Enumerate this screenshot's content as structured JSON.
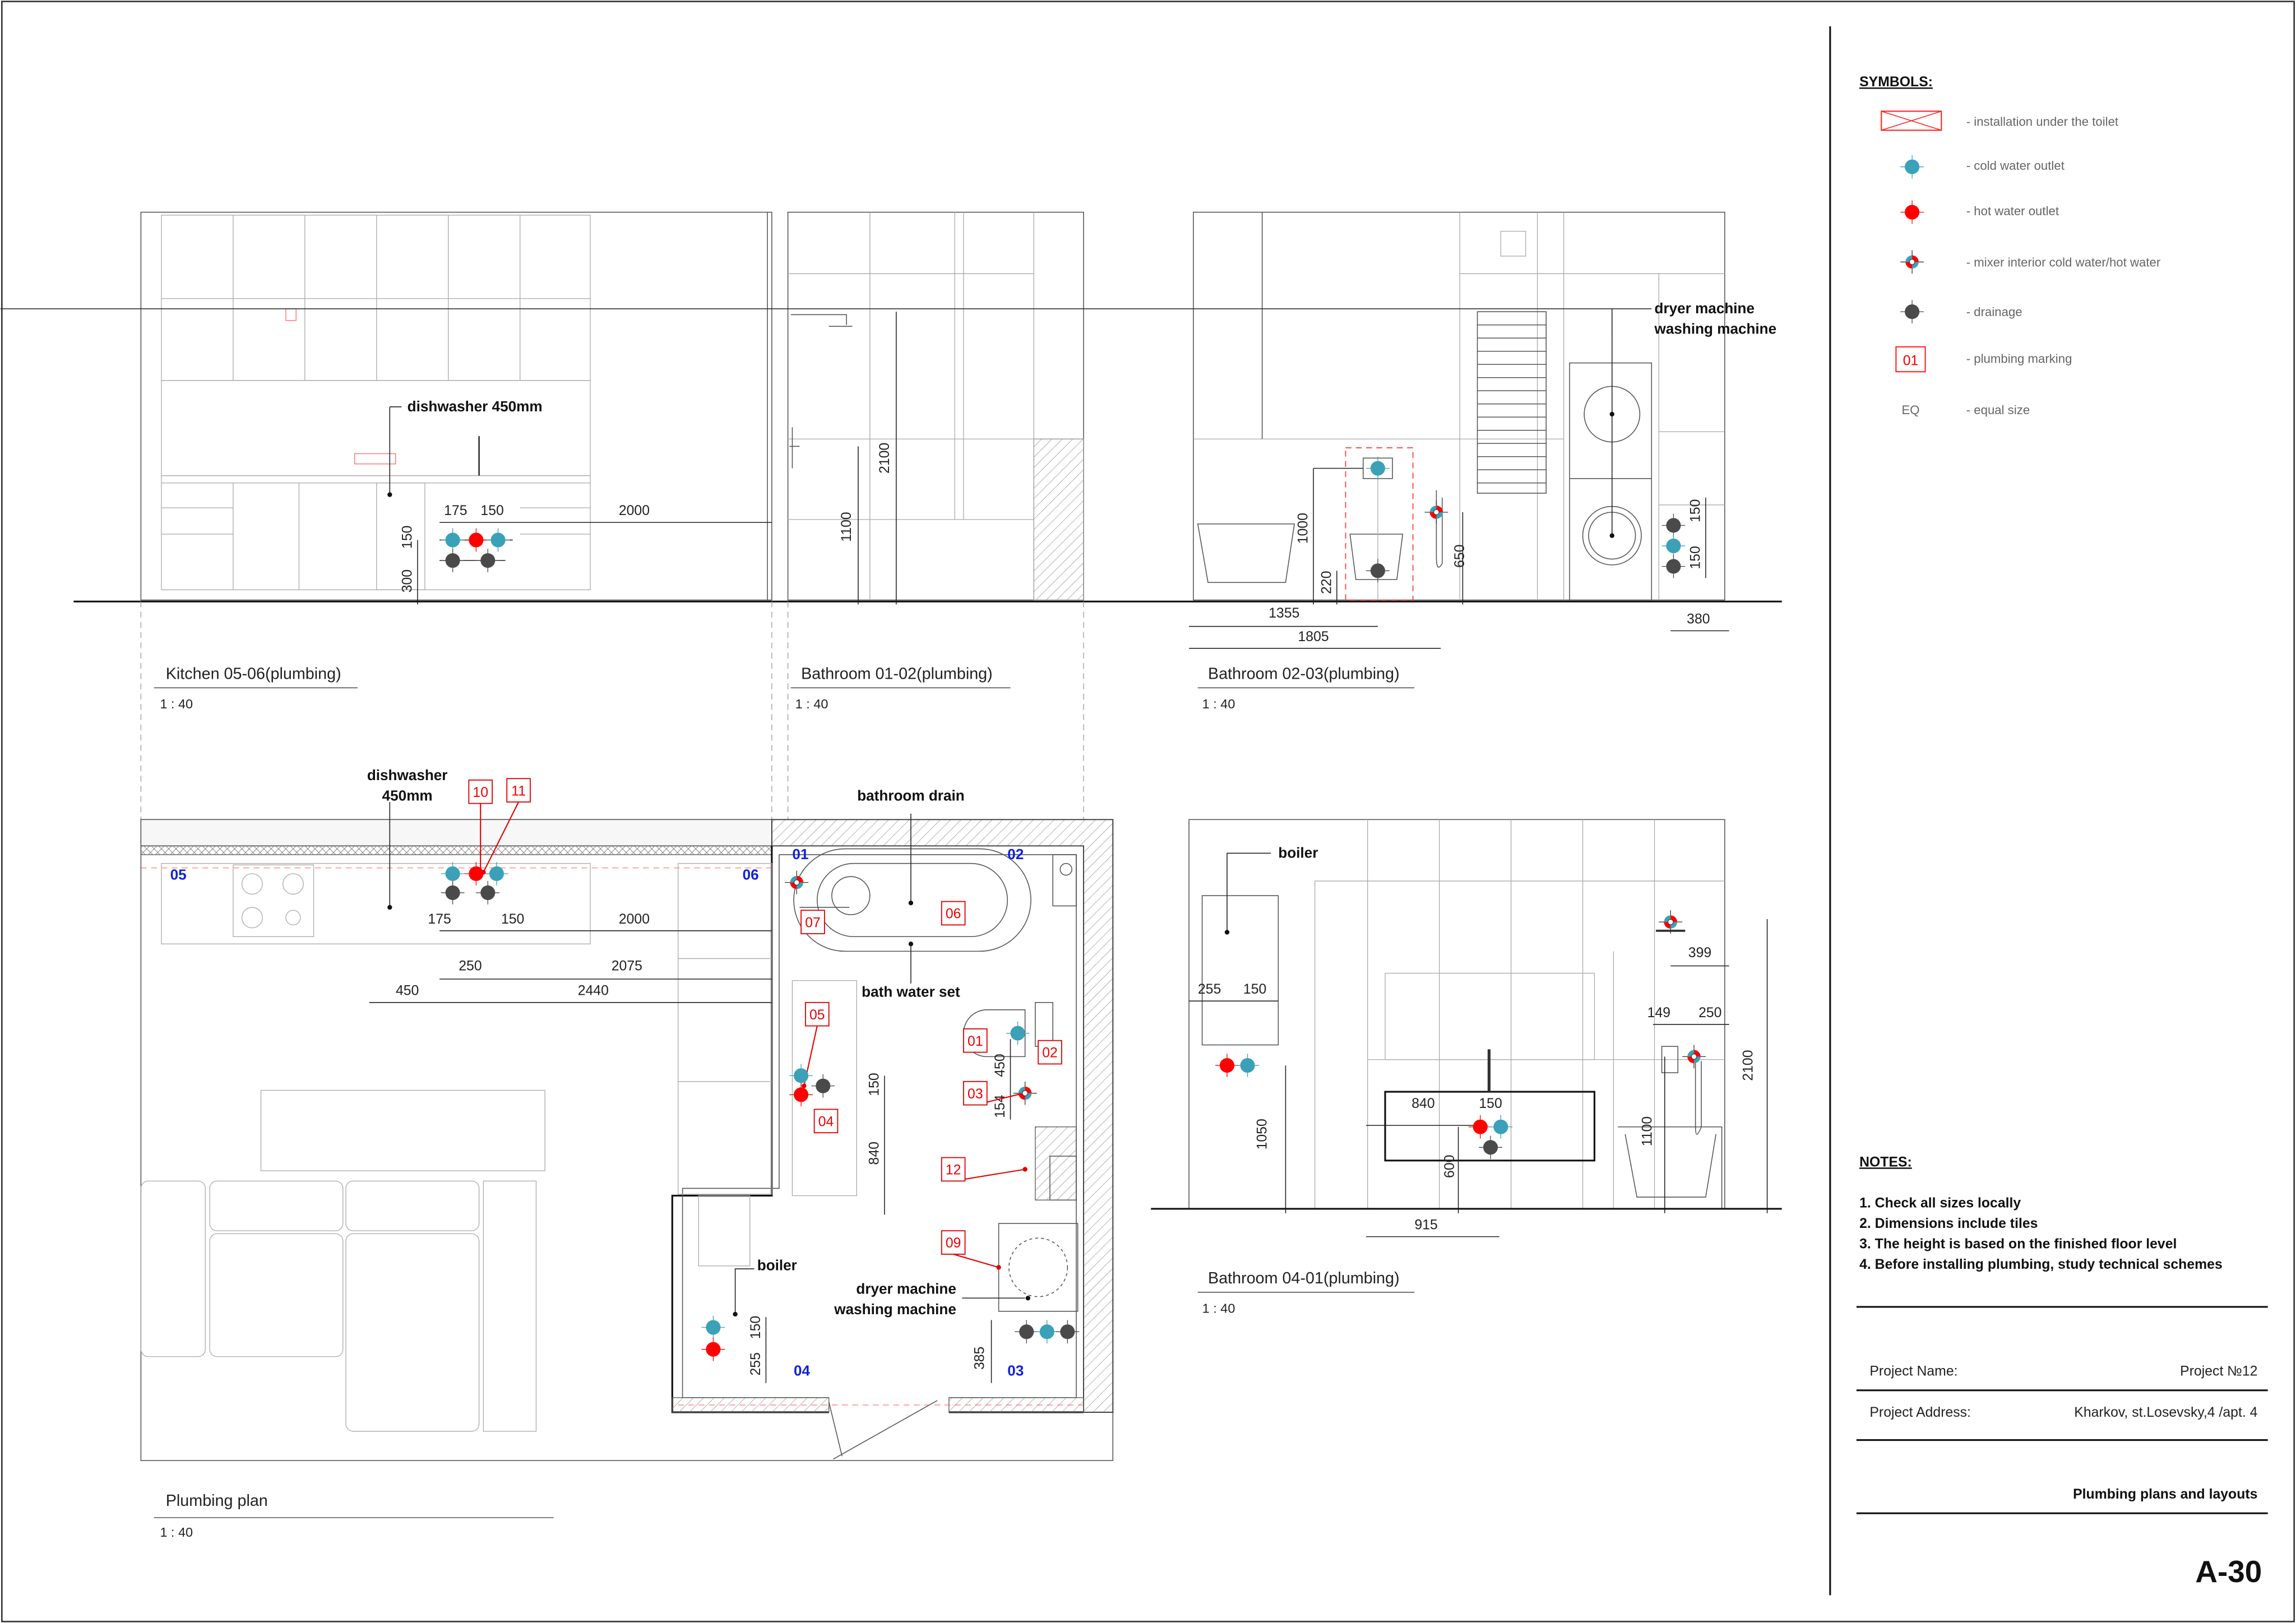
{
  "legend": {
    "title": "SYMBOLS:",
    "items": [
      {
        "icon": "installation-box-icon",
        "label": "- installation under the toilet"
      },
      {
        "icon": "cold-water-icon",
        "label": "- cold water outlet"
      },
      {
        "icon": "hot-water-icon",
        "label": "- hot water outlet"
      },
      {
        "icon": "mixer-icon",
        "label": "- mixer interior  cold water/hot water"
      },
      {
        "icon": "drainage-icon",
        "label": "- drainage"
      },
      {
        "icon": "marking-icon",
        "label": "- plumbing marking",
        "sample": "01"
      },
      {
        "icon": "eq-text",
        "label": "- equal size",
        "sample": "EQ"
      }
    ]
  },
  "colors": {
    "cold": "#3aa1b8",
    "hot": "#ff0000",
    "drain": "#4a4a4a",
    "marking": "#e00000",
    "room_label": "#1020e0"
  },
  "notes": {
    "title": "NOTES:",
    "items": [
      "1. Check all sizes locally",
      "2. Dimensions include tiles",
      "3. The height is based on the finished floor level",
      "4. Before installing plumbing, study technical schemes"
    ]
  },
  "title_block": {
    "project_name_label": "Project Name:",
    "project_name": "Project №12",
    "project_address_label": "Project Address:",
    "project_address": "Kharkov, st.Losevsky,4 /apt. 4",
    "sheet_title": "Plumbing plans and layouts",
    "sheet_number": "A-30"
  },
  "kitchen": {
    "title": "Kitchen 05-06(plumbing)",
    "scale": "1 : 40",
    "label": "dishwasher 450mm",
    "dims": [
      "175",
      "150",
      "2000",
      "150",
      "300"
    ]
  },
  "bath0102": {
    "title": "Bathroom 01-02(plumbing)",
    "scale": "1 : 40",
    "dims": [
      "2100",
      "1100"
    ]
  },
  "bath0203": {
    "title": "Bathroom 02-03(plumbing)",
    "scale": "1 : 40",
    "label1": "dryer machine",
    "label2": "washing machine",
    "dims": [
      "1000",
      "220",
      "650",
      "1355",
      "1805",
      "380",
      "150",
      "150"
    ]
  },
  "bath0401": {
    "title": "Bathroom 04-01(plumbing)",
    "scale": "1 : 40",
    "label": "boiler",
    "dims": [
      "255",
      "150",
      "1050",
      "840",
      "150",
      "600",
      "915",
      "399",
      "149",
      "250",
      "2100",
      "1100"
    ]
  },
  "plan": {
    "title": "Plumbing plan",
    "scale": "1 : 40",
    "dishwasher1": "dishwasher",
    "dishwasher2": "450mm",
    "bathroom_drain": "bathroom drain",
    "bath_water_set": "bath water set",
    "boiler": "boiler",
    "dryer": "dryer machine",
    "washer": "washing machine",
    "room_points": [
      "05",
      "06",
      "01",
      "02",
      "04",
      "03"
    ],
    "markers": [
      "10",
      "11",
      "06",
      "07",
      "05",
      "04",
      "01",
      "02",
      "03",
      "12",
      "09"
    ],
    "dims": [
      "175",
      "150",
      "2000",
      "250",
      "2075",
      "450",
      "2440",
      "150",
      "840",
      "450",
      "154",
      "150",
      "255",
      "385"
    ]
  }
}
